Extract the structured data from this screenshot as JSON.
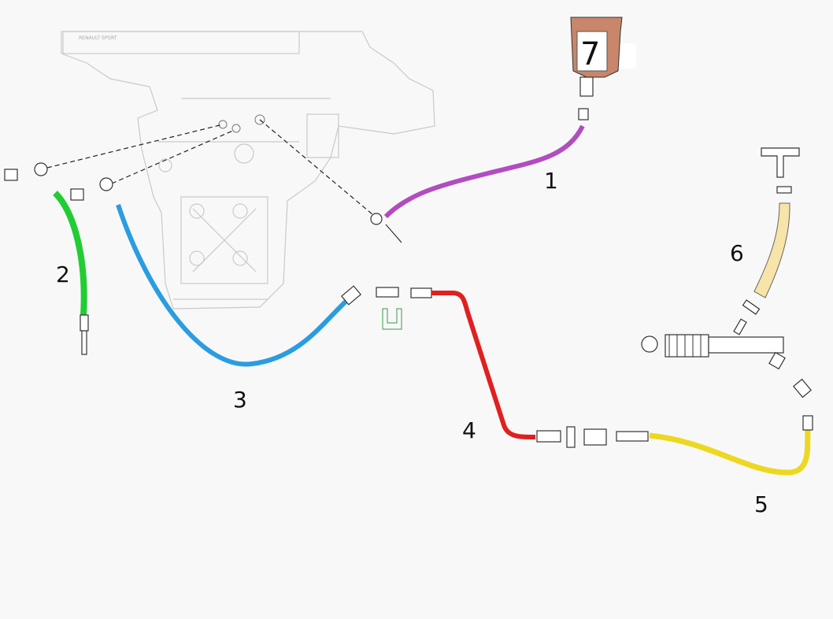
{
  "diagram": {
    "logo_text": "RENAULT SPORT",
    "callouts": [
      "1",
      "2",
      "3",
      "4",
      "5",
      "6",
      "7"
    ],
    "colors": {
      "hose1": "#b24cc0",
      "hose2": "#22cc33",
      "hose3": "#2a9de0",
      "hose4": "#e02020",
      "hose5": "#ecd820",
      "hose6": "#f7e4a8",
      "reservoir7": "#c8866a",
      "clip": "#3a9a4a"
    }
  }
}
